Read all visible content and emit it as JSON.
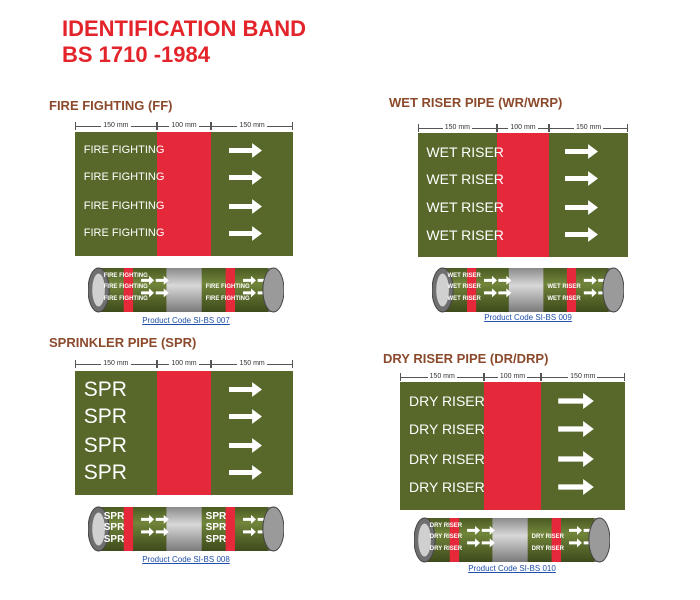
{
  "header": {
    "line1": "IDENTIFICATION BAND",
    "line2": "BS 1710 -1984"
  },
  "dimensions": {
    "left": "150 mm",
    "middle": "100 mm",
    "right": "150 mm"
  },
  "colors": {
    "band_green": "#57682a",
    "band_red": "#e6293a",
    "title_red": "#e3242b",
    "section_brown": "#8b4a2c",
    "link_blue": "#1f4fa8"
  },
  "icons": {
    "arrow": "arrow-right-icon"
  },
  "sections": {
    "ff": {
      "title": "FIRE FIGHTING (FF)",
      "label": "FIRE FIGHTING",
      "code": "Product Code SI-BS 007"
    },
    "wr": {
      "title": "WET RISER PIPE (WR/WRP)",
      "label": "WET RISER",
      "code": "Product Code SI-BS 009"
    },
    "spr": {
      "title": "SPRINKLER PIPE (SPR)",
      "label": "SPR",
      "code": "Product Code SI-BS 008"
    },
    "dr": {
      "title": "DRY RISER PIPE (DR/DRP)",
      "label": "DRY RISER",
      "code": "Product Code SI-BS 010"
    }
  }
}
